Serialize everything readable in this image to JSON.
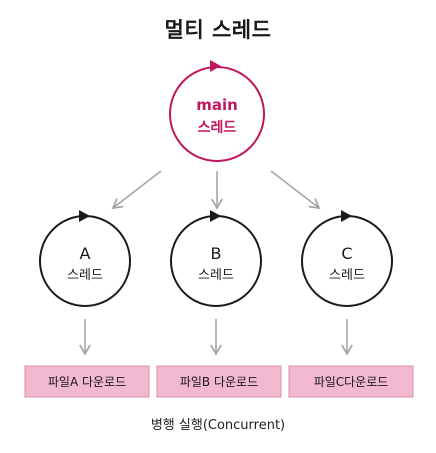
{
  "title": "멀티 스레드",
  "caption": "병행 실행(Concurrent)",
  "colors": {
    "main_accent": "#c0175f",
    "circle_dark": "#1a1a1a",
    "arrow_gray": "#a6a6a6",
    "box_fill": "#f2b8cf",
    "box_stroke": "#d98fae"
  },
  "main_thread": {
    "name": "main",
    "label": "스레드"
  },
  "threads": [
    {
      "name": "A",
      "label": "스레드",
      "task": "파일A 다운로드"
    },
    {
      "name": "B",
      "label": "스레드",
      "task": "파일B 다운로드"
    },
    {
      "name": "C",
      "label": "스레드",
      "task": "파일C다운로드"
    }
  ]
}
